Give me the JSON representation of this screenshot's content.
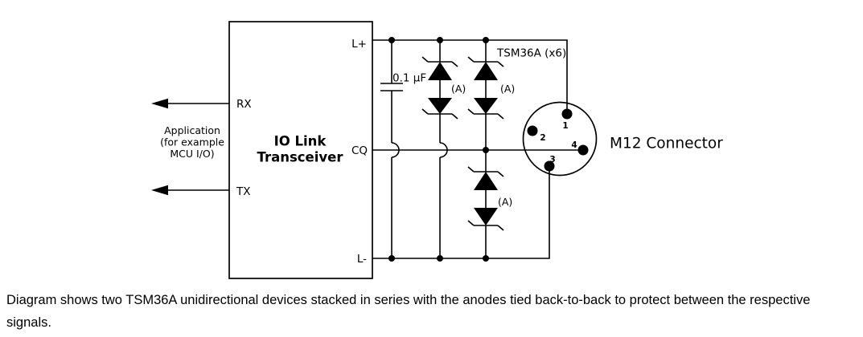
{
  "colors": {
    "ink": "#000000",
    "background": "#ffffff"
  },
  "transceiver": {
    "title_line1": "IO Link",
    "title_line2": "Transceiver",
    "pin_rx": "RX",
    "pin_tx": "TX",
    "pin_lplus": "L+",
    "pin_cq": "CQ",
    "pin_lminus": "L-"
  },
  "application": {
    "line1": "Application",
    "line2": "(for example",
    "line3": "MCU I/O)"
  },
  "capacitor": {
    "value": "0.1 µF"
  },
  "tvs": {
    "part_label": "TSM36A (x6)",
    "unit_label": "(A)"
  },
  "connector": {
    "label": "M12 Connector",
    "pin1": "1",
    "pin2": "2",
    "pin3": "3",
    "pin4": "4"
  },
  "caption": "Diagram shows two TSM36A unidirectional devices stacked in series with the anodes tied back-to-back to protect between the respective signals."
}
